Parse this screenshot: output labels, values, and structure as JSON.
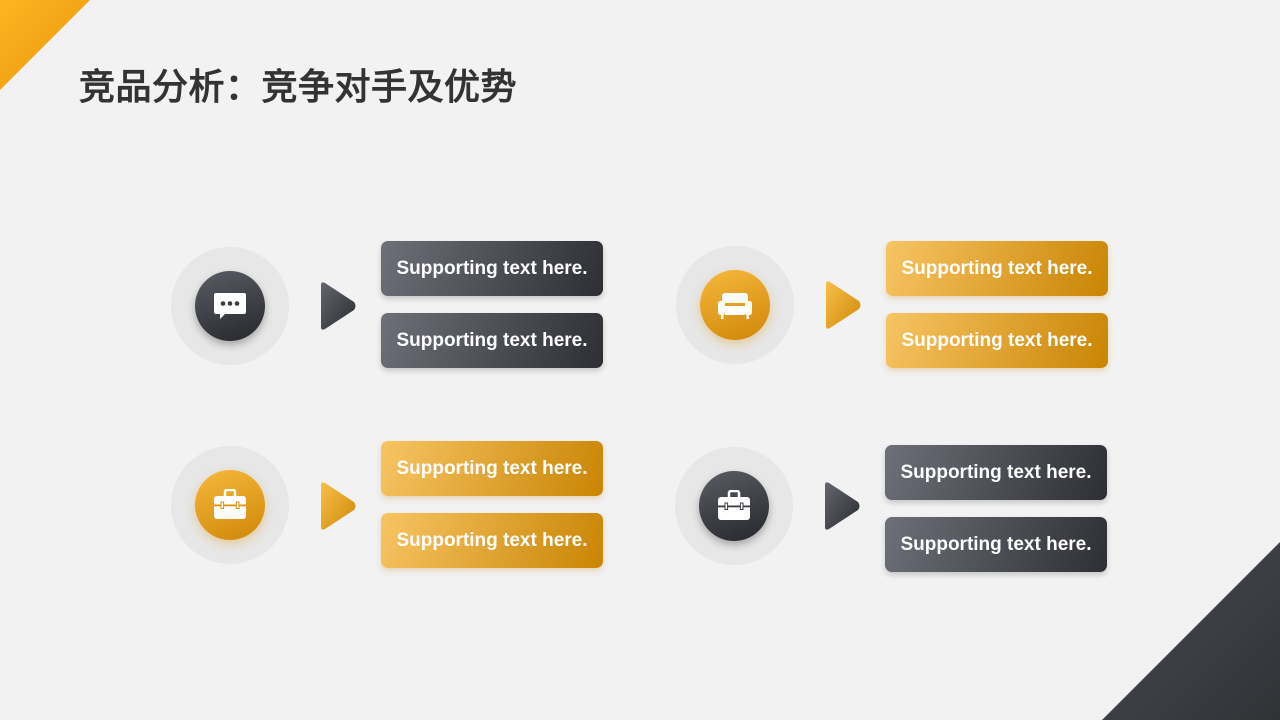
{
  "title": "竞品分析：竞争对手及优势",
  "colors": {
    "accent_gold": "#e8950e",
    "accent_dark": "#303236",
    "background": "#f2f2f2"
  },
  "groups": [
    {
      "theme": "dark",
      "icon": "chat-bubble-icon",
      "items": [
        "Supporting text here.",
        "Supporting text here."
      ]
    },
    {
      "theme": "gold",
      "icon": "sofa-icon",
      "items": [
        "Supporting text here.",
        "Supporting text here."
      ]
    },
    {
      "theme": "gold",
      "icon": "toolbox-icon",
      "items": [
        "Supporting text here.",
        "Supporting text here."
      ]
    },
    {
      "theme": "dark",
      "icon": "toolbox-icon",
      "items": [
        "Supporting text here.",
        "Supporting text here."
      ]
    }
  ]
}
